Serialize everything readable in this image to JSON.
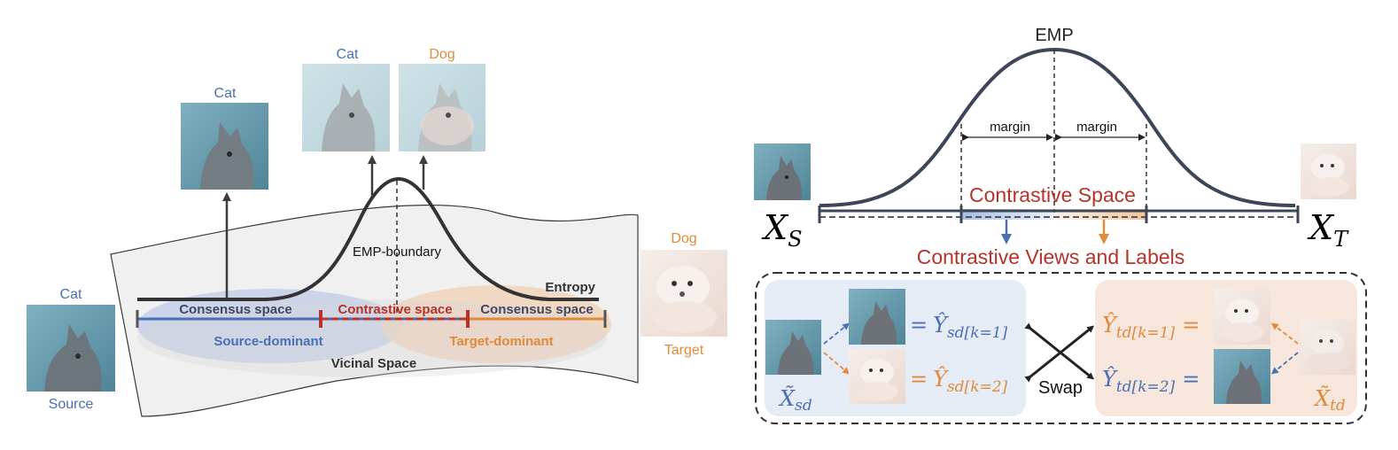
{
  "left_panel": {
    "source_label": "Cat",
    "source_caption": "Source",
    "top_left_label": "Cat",
    "peak_left_label": "Cat",
    "peak_right_label": "Dog",
    "target_label": "Dog",
    "target_caption": "Target",
    "emp_boundary": "EMP-boundary",
    "entropy": "Entropy",
    "consensus_left": "Consensus space",
    "contrastive": "Contrastive space",
    "consensus_right": "Consensus space",
    "source_dominant": "Source-dominant",
    "target_dominant": "Target-dominant",
    "vicinal": "Vicinal Space"
  },
  "right_panel": {
    "emp": "EMP",
    "margin_left": "margin",
    "margin_right": "margin",
    "contrastive_space": "Contrastive Space",
    "xs": "X",
    "xs_sub": "S",
    "xt": "X",
    "xt_sub": "T",
    "views_title": "Contrastive Views and Labels",
    "swap": "Swap",
    "eq": "=",
    "y_sd1": "Ŷ",
    "y_sd1_sub": "sd[k=1]",
    "y_sd2": "Ŷ",
    "y_sd2_sub": "sd[k=2]",
    "y_td1": "Ŷ",
    "y_td1_sub": "td[k=1]",
    "y_td2": "Ŷ",
    "y_td2_sub": "td[k=2]",
    "x_sd": "X̃",
    "x_sd_sub": "sd",
    "x_td": "X̃",
    "x_td_sub": "td"
  },
  "colors": {
    "source_blue": "#4a6fb5",
    "target_orange": "#e08a3c",
    "contrastive_red": "#b5332a",
    "curve_dark": "#3c4656"
  }
}
